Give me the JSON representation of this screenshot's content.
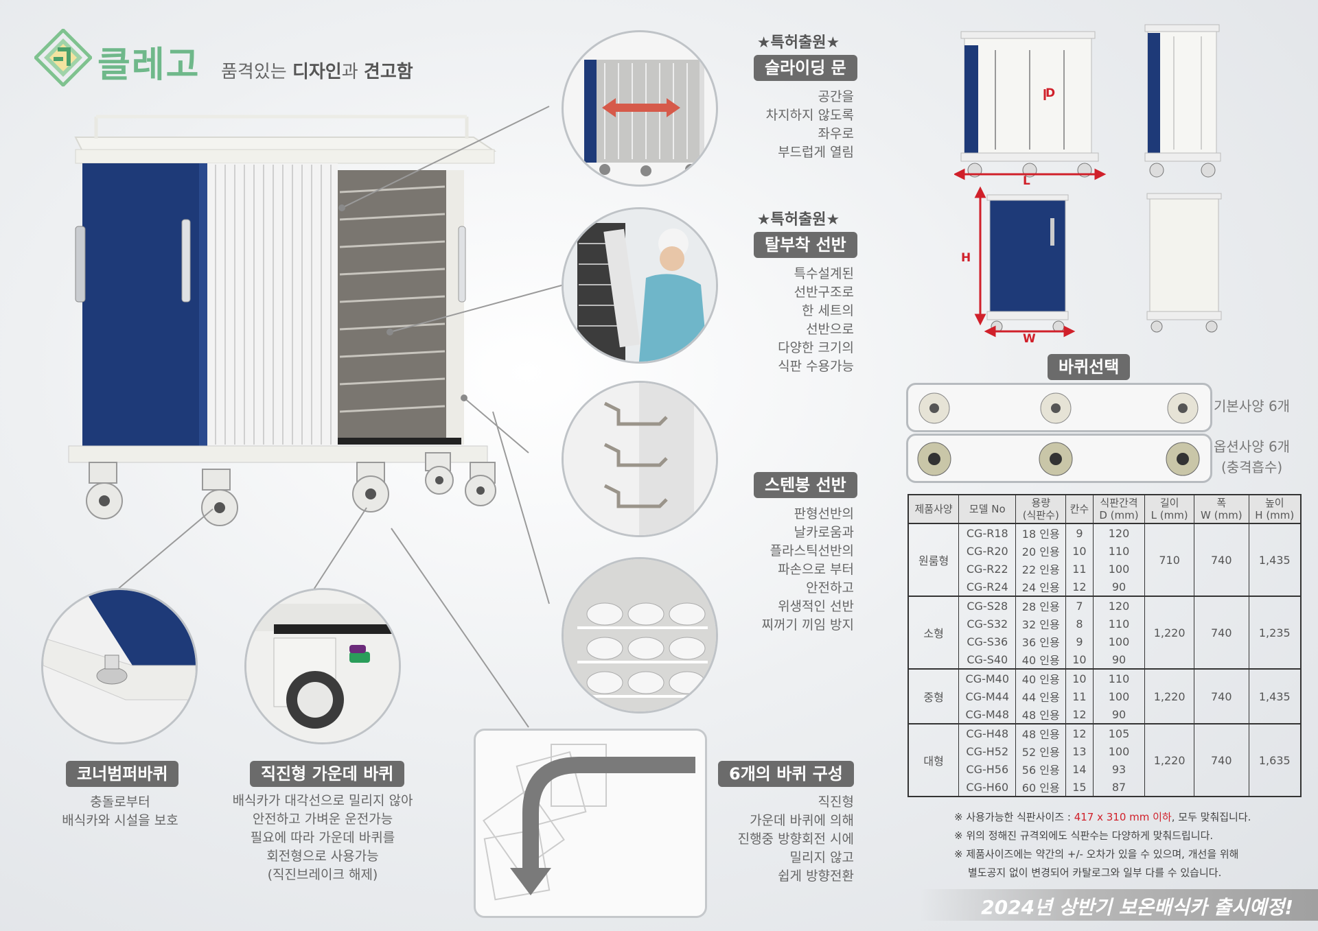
{
  "brand": {
    "logo_text": "클레고",
    "slogan_a": "품격있는 ",
    "slogan_b": "디자인",
    "slogan_c": "과 ",
    "slogan_d": "견고함"
  },
  "features": {
    "sliding": {
      "patent": "★특허출원★",
      "title": "슬라이딩 문",
      "desc": [
        "공간을",
        "차지하지 않도록",
        "좌우로",
        "부드럽게 열림"
      ]
    },
    "shelf": {
      "patent": "★특허출원★",
      "title": "탈부착 선반",
      "desc": [
        "특수설계된",
        "선반구조로",
        "한 세트의",
        "선반으로",
        "다양한 크기의",
        "식판 수용가능"
      ]
    },
    "stainless": {
      "title": "스텐봉 선반",
      "desc": [
        "판형선반의",
        "날카로움과",
        "플라스틱선반의",
        "파손으로 부터",
        "안전하고",
        "위생적인 선반",
        "찌꺼기 끼임 방지"
      ]
    },
    "wheels6": {
      "title": "6개의 바퀴 구성",
      "desc": [
        "직진형",
        "가운데 바퀴에 의해",
        "진행중 방향회전 시에",
        "밀리지 않고",
        "쉽게 방향전환"
      ]
    },
    "corner": {
      "title": "코너범퍼바퀴",
      "desc": [
        "충돌로부터",
        "배식카와 시설을 보호"
      ]
    },
    "straight": {
      "title": "직진형 가운데 바퀴",
      "desc": [
        "배식카가 대각선으로 밀리지 않아",
        "안전하고 가벼운 운전가능",
        "필요에 따라 가운데 바퀴를",
        "회전형으로 사용가능",
        "(직진브레이크 해제)"
      ]
    }
  },
  "dimensions": {
    "d": "D",
    "l": "L",
    "h": "H",
    "w": "W"
  },
  "wheel_select": {
    "title": "바퀴선택",
    "basic": "기본사양 6개",
    "option_line1": "옵션사양 6개",
    "option_line2": "(충격흡수)"
  },
  "table": {
    "headers": {
      "spec": "제품사양",
      "model": "모델 No",
      "cap1": "용량",
      "cap2": "(식판수)",
      "rows": "칸수",
      "gap1": "식판간격",
      "gap2": "D (mm)",
      "len1": "길이",
      "len2": "L (mm)",
      "wid1": "폭",
      "wid2": "W (mm)",
      "hei1": "높이",
      "hei2": "H (mm)"
    },
    "groups": [
      {
        "name": "원룸형",
        "length": "710",
        "width": "740",
        "height": "1,435",
        "rows": [
          {
            "model": "CG-R18",
            "cap": "18 인용",
            "rows": "9",
            "gap": "120"
          },
          {
            "model": "CG-R20",
            "cap": "20 인용",
            "rows": "10",
            "gap": "110"
          },
          {
            "model": "CG-R22",
            "cap": "22 인용",
            "rows": "11",
            "gap": "100"
          },
          {
            "model": "CG-R24",
            "cap": "24 인용",
            "rows": "12",
            "gap": "90"
          }
        ]
      },
      {
        "name": "소형",
        "length": "1,220",
        "width": "740",
        "height": "1,235",
        "rows": [
          {
            "model": "CG-S28",
            "cap": "28 인용",
            "rows": "7",
            "gap": "120"
          },
          {
            "model": "CG-S32",
            "cap": "32 인용",
            "rows": "8",
            "gap": "110"
          },
          {
            "model": "CG-S36",
            "cap": "36 인용",
            "rows": "9",
            "gap": "100"
          },
          {
            "model": "CG-S40",
            "cap": "40 인용",
            "rows": "10",
            "gap": "90"
          }
        ]
      },
      {
        "name": "중형",
        "length": "1,220",
        "width": "740",
        "height": "1,435",
        "rows": [
          {
            "model": "CG-M40",
            "cap": "40 인용",
            "rows": "10",
            "gap": "110"
          },
          {
            "model": "CG-M44",
            "cap": "44 인용",
            "rows": "11",
            "gap": "100"
          },
          {
            "model": "CG-M48",
            "cap": "48 인용",
            "rows": "12",
            "gap": "90"
          }
        ]
      },
      {
        "name": "대형",
        "length": "1,220",
        "width": "740",
        "height": "1,635",
        "rows": [
          {
            "model": "CG-H48",
            "cap": "48 인용",
            "rows": "12",
            "gap": "105"
          },
          {
            "model": "CG-H52",
            "cap": "52 인용",
            "rows": "13",
            "gap": "100"
          },
          {
            "model": "CG-H56",
            "cap": "56 인용",
            "rows": "14",
            "gap": "93"
          },
          {
            "model": "CG-H60",
            "cap": "60 인용",
            "rows": "15",
            "gap": "87"
          }
        ]
      }
    ]
  },
  "notes": {
    "n1_a": "※ 사용가능한 식판사이즈 : ",
    "n1_red": "417 x 310 mm 이하",
    "n1_b": ", 모두 맞춰집니다.",
    "n2": "※ 위의 정해진 규격외에도 식판수는 다양하게 맞춰드립니다.",
    "n3": "※ 제품사이즈에는 약간의 +/- 오차가 있을 수 있으며, 개선을 위해",
    "n4": "별도공지 없이 변경되어 카탈로그와 일부 다를 수 있습니다."
  },
  "banner": "2024년 상반기 보온배식카 출시예정!",
  "colors": {
    "navy": "#1e3a78",
    "pill": "#6b6b6b",
    "logo_green": "#6fb88a",
    "accent_red": "#d0202a"
  }
}
